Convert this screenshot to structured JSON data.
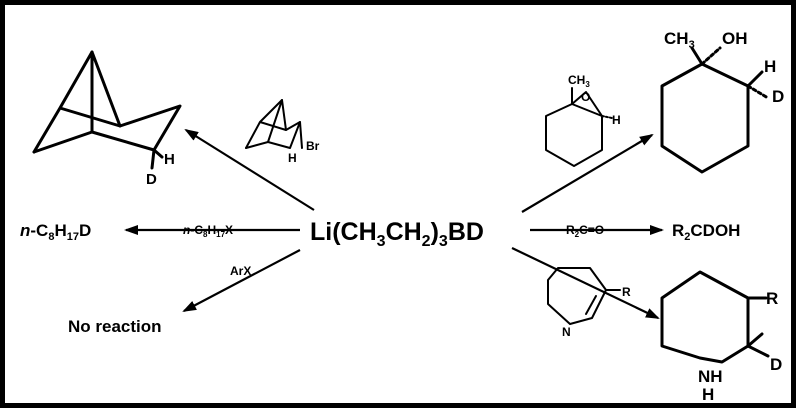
{
  "reagent": {
    "main_pre": "Li(CH",
    "main_sub1": "3",
    "main_mid": "CH",
    "main_sub2": "2",
    "main_close": ")",
    "main_sub3": "3",
    "main_end": "BD"
  },
  "left_product": {
    "pre": "n",
    "mid": "-C",
    "sub": "8",
    "mid2": "H",
    "sub2": "17",
    "end": "D"
  },
  "left_reagent": {
    "pre": "n",
    "mid": "-C",
    "sub": "8",
    "mid2": "H",
    "sub2": "17",
    "end": "X"
  },
  "arx": {
    "label": "ArX",
    "result": "No reaction"
  },
  "ketone": {
    "reagent_pre": "R",
    "reagent_sub": "2",
    "reagent_end": "C=O",
    "product_pre": "R",
    "product_sub": "2",
    "product_end": "CDOH"
  },
  "norbornane": {
    "h_label": "H",
    "d_label": "D"
  },
  "norbornyl_bromide": {
    "h_label": "H",
    "br_label": "Br"
  },
  "epoxide": {
    "ch3_pre": "CH",
    "ch3_sub": "3",
    "o_label": "O",
    "h_label": "H"
  },
  "cyclohexanol": {
    "ch3_pre": "CH",
    "ch3_sub": "3",
    "oh_label": "OH",
    "h_label": "H",
    "d_label": "D"
  },
  "imine": {
    "n_label": "N",
    "r_label": "R"
  },
  "piperidine": {
    "r_label": "R",
    "d_label": "D",
    "nh_label": "NH",
    "h_label": "H"
  }
}
